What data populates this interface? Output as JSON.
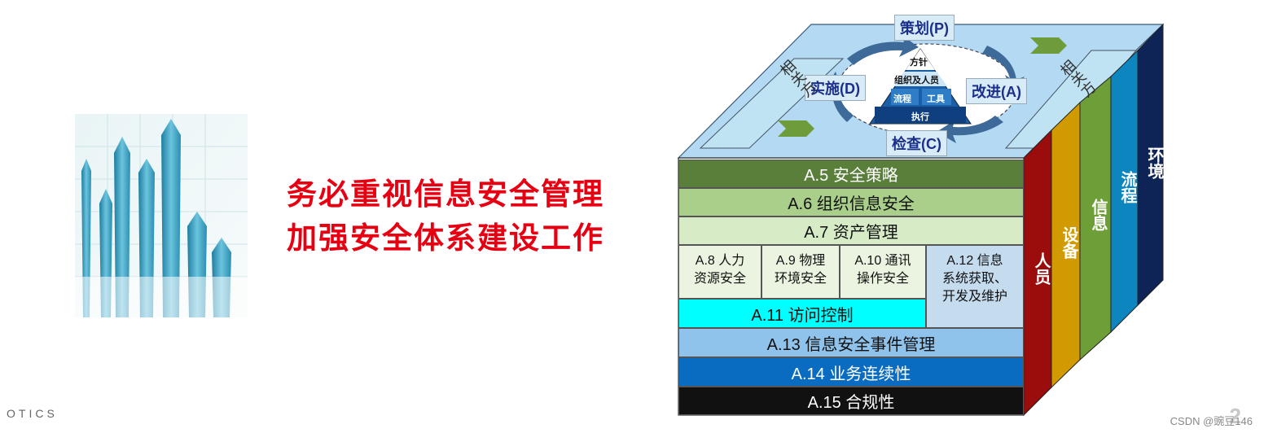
{
  "slogan": {
    "line1": "务必重视信息安全管理",
    "line2": "加强安全体系建设工作"
  },
  "footer": {
    "left_text": "OTICS",
    "right_text": "CSDN @豌豆146",
    "page_number": "2"
  },
  "cycle": {
    "plan": "策划(P)",
    "do": "实施(D)",
    "check": "检查(C)",
    "act": "改进(A)"
  },
  "pyramid": {
    "top": "方针",
    "second": "组织及人员",
    "left": "流程",
    "right": "工具",
    "base": "执行"
  },
  "top_band_left": "相关方",
  "top_band_right": "相关方",
  "domains": {
    "a5": "A.5 安全策略",
    "a6": "A.6 组织信息安全",
    "a7": "A.7 资产管理",
    "a8": "A.8 人力资源安全",
    "a9": "A.9 物理环境安全",
    "a10": "A.10 通讯操作安全",
    "a12": "A.12 信息系统获取、开发及维护",
    "a11": "A.11 访问控制",
    "a13": "A.13 信息安全事件管理",
    "a14": "A.14 业务连续性",
    "a15": "A.15 合规性"
  },
  "domains_cells": {
    "a8_l1": "A.8 人力",
    "a8_l2": "资源安全",
    "a9_l1": "A.9 物理",
    "a9_l2": "环境安全",
    "a10_l1": "A.10 通讯",
    "a10_l2": "操作安全",
    "a12_l1": "A.12 信息",
    "a12_l2": "系统获取、",
    "a12_l3": "开发及维护"
  },
  "side_panels": [
    "人员",
    "设备",
    "信息",
    "流程",
    "环境"
  ],
  "colors": {
    "slogan": "#e60012",
    "a5": "#5a7f3a",
    "a6": "#a9cf8a",
    "a7": "#d7ebc7",
    "row8": "#eaf4e0",
    "a11": "#00ffff",
    "a12": "#c5dcef",
    "a13": "#8fc3ec",
    "a14": "#0a6cc0",
    "a15": "#111111",
    "side_red": "#9b0c0c",
    "side_orange": "#d19a00",
    "side_green": "#6e9e38",
    "side_teal": "#0d86c0",
    "side_navy": "#0f2456",
    "top": "#b7daf1"
  }
}
